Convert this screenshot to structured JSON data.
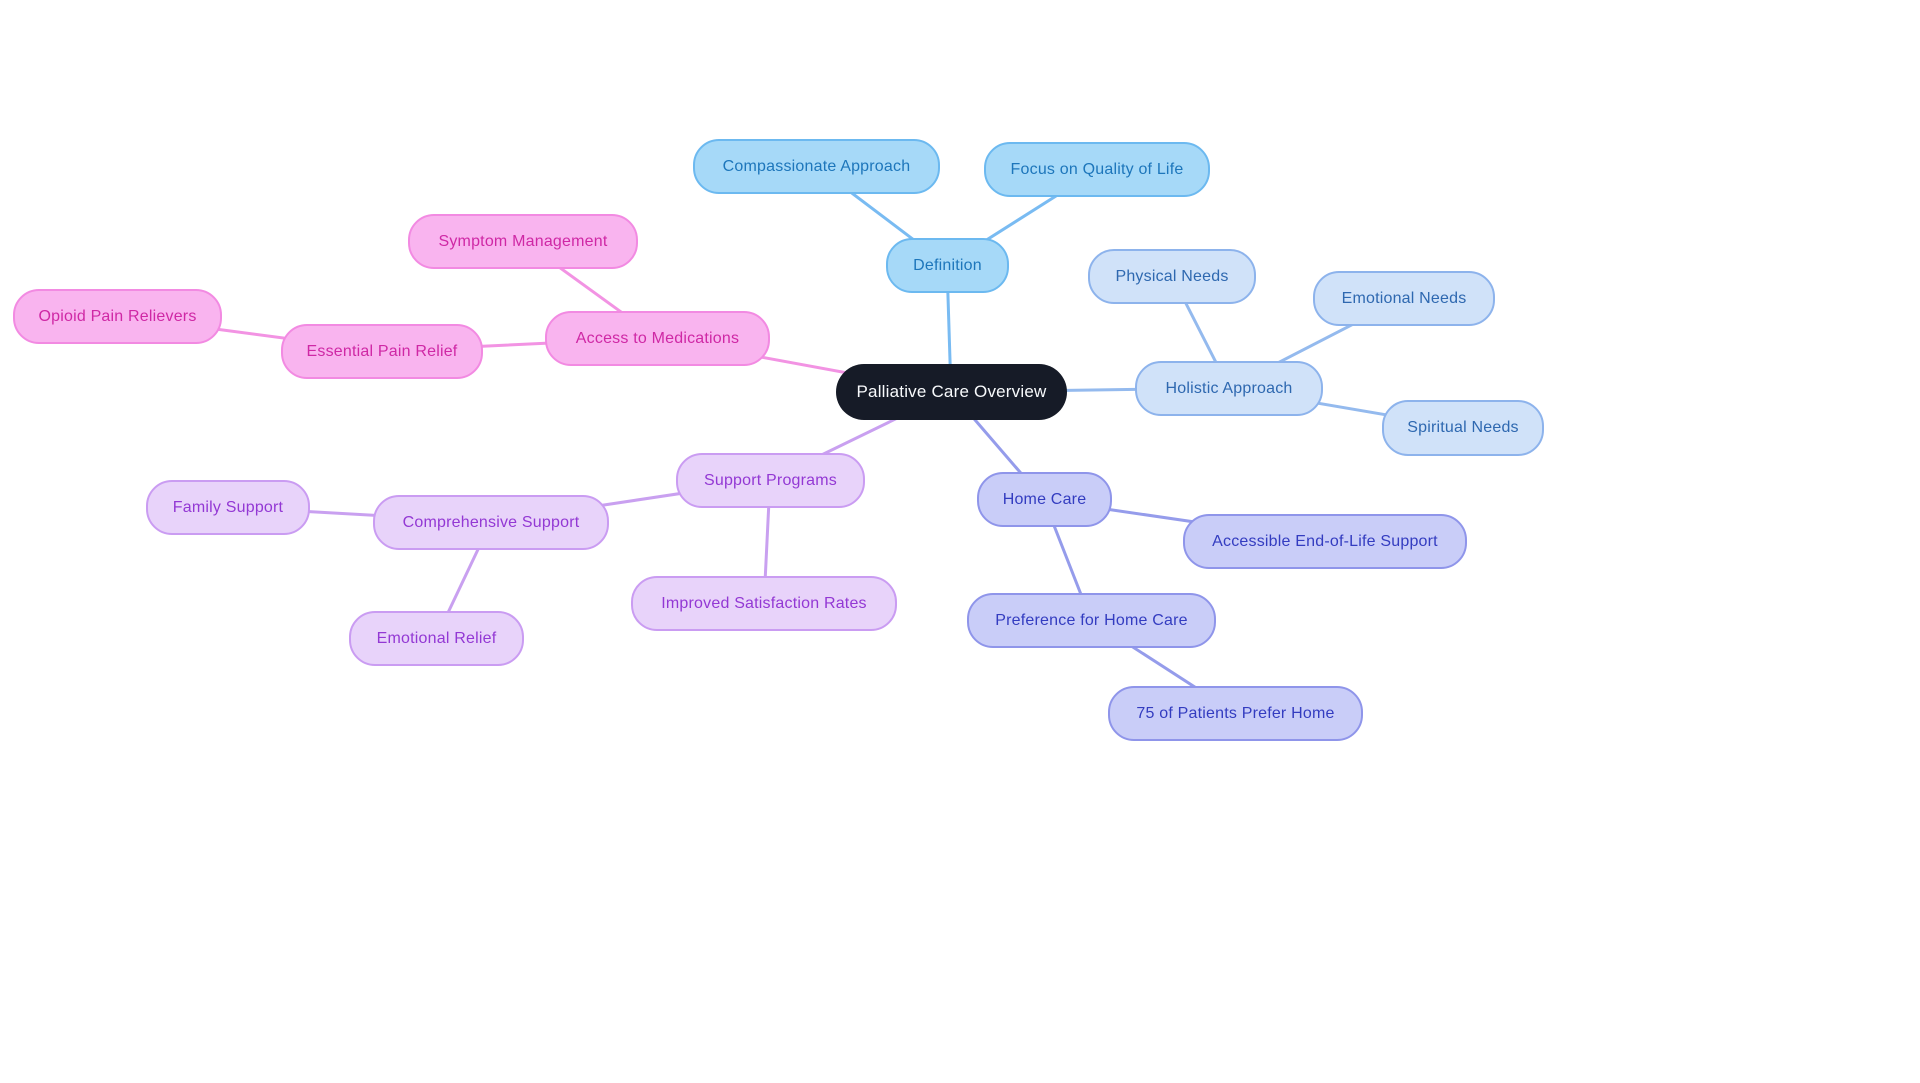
{
  "diagram": {
    "type": "mindmap",
    "background": "#ffffff",
    "center": {
      "label": "Palliative Care Overview",
      "colors": {
        "fill": "#161b27",
        "text": "#f8fafc"
      }
    },
    "branches": [
      {
        "id": "definition",
        "label": "Definition",
        "colors": {
          "fill": "#a6d9f8",
          "border": "#6cb9f0",
          "text": "#1d76bb",
          "edge": "#79bbf2"
        },
        "children": [
          {
            "label": "Compassionate Approach"
          },
          {
            "label": "Focus on Quality of Life"
          }
        ]
      },
      {
        "id": "holistic",
        "label": "Holistic Approach",
        "colors": {
          "fill": "#d0e2f9",
          "border": "#8db3ec",
          "text": "#2e68b0",
          "edge": "#94baee"
        },
        "children": [
          {
            "label": "Physical Needs"
          },
          {
            "label": "Emotional Needs"
          },
          {
            "label": "Spiritual Needs"
          }
        ]
      },
      {
        "id": "homecare",
        "label": "Home Care",
        "colors": {
          "fill": "#c9cdf8",
          "border": "#8f95ea",
          "text": "#333cc0",
          "edge": "#959ceb"
        },
        "children": [
          {
            "label": "Accessible End-of-Life Support"
          },
          {
            "label": "Preference for Home Care",
            "children": [
              {
                "label": "75 of Patients Prefer Home"
              }
            ]
          }
        ]
      },
      {
        "id": "support",
        "label": "Support Programs",
        "colors": {
          "fill": "#e8d3fa",
          "border": "#ca9cf2",
          "text": "#9338d4",
          "edge": "#c9a0f0"
        },
        "children": [
          {
            "label": "Comprehensive Support",
            "children": [
              {
                "label": "Family Support"
              },
              {
                "label": "Emotional Relief"
              }
            ]
          },
          {
            "label": "Improved Satisfaction Rates"
          }
        ]
      },
      {
        "id": "access",
        "label": "Access to Medications",
        "colors": {
          "fill": "#f9b4ef",
          "border": "#f28ae2",
          "text": "#cf28a5",
          "edge": "#f293e3"
        },
        "children": [
          {
            "label": "Symptom Management"
          },
          {
            "label": "Essential Pain Relief",
            "children": [
              {
                "label": "Opioid Pain Relievers"
              }
            ]
          }
        ]
      }
    ]
  }
}
